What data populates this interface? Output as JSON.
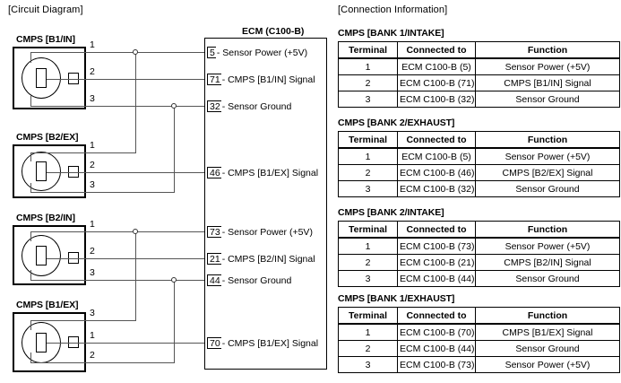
{
  "headings": {
    "circuit": "[Circuit Diagram]",
    "connection": "[Connection Information]"
  },
  "circuit": {
    "ecm": {
      "title": "ECM (C100-B)",
      "pins": [
        {
          "number": "5",
          "label": "- Sensor Power (+5V)"
        },
        {
          "number": "71",
          "label": "- CMPS [B1/IN] Signal"
        },
        {
          "number": "32",
          "label": "- Sensor Ground"
        },
        {
          "number": "46",
          "label": "- CMPS [B1/EX] Signal"
        },
        {
          "number": "73",
          "label": "- Sensor Power (+5V)"
        },
        {
          "number": "21",
          "label": "- CMPS [B2/IN] Signal"
        },
        {
          "number": "44",
          "label": "- Sensor Ground"
        },
        {
          "number": "70",
          "label": "- CMPS [B1/EX] Signal"
        }
      ]
    },
    "connectors": [
      {
        "label": "CMPS [B1/IN]",
        "pins": [
          "1",
          "2",
          "3"
        ]
      },
      {
        "label": "CMPS [B2/EX]",
        "pins": [
          "1",
          "2",
          "3"
        ]
      },
      {
        "label": "CMPS [B2/IN]",
        "pins": [
          "1",
          "2",
          "3"
        ]
      },
      {
        "label": "CMPS [B1/EX]",
        "pins": [
          "3",
          "1",
          "2"
        ]
      }
    ]
  },
  "tables": [
    {
      "title": "CMPS [BANK 1/INTAKE]",
      "columns": [
        "Terminal",
        "Connected to",
        "Function"
      ],
      "rows": [
        [
          "1",
          "ECM C100-B (5)",
          "Sensor Power (+5V)"
        ],
        [
          "2",
          "ECM C100-B (71)",
          "CMPS [B1/IN] Signal"
        ],
        [
          "3",
          "ECM C100-B (32)",
          "Sensor Ground"
        ]
      ]
    },
    {
      "title": "CMPS [BANK 2/EXHAUST]",
      "columns": [
        "Terminal",
        "Connected to",
        "Function"
      ],
      "rows": [
        [
          "1",
          "ECM C100-B (5)",
          "Sensor Power (+5V)"
        ],
        [
          "2",
          "ECM C100-B (46)",
          "CMPS [B2/EX] Signal"
        ],
        [
          "3",
          "ECM C100-B (32)",
          "Sensor Ground"
        ]
      ]
    },
    {
      "title": "CMPS [BANK 2/INTAKE]",
      "columns": [
        "Terminal",
        "Connected to",
        "Function"
      ],
      "rows": [
        [
          "1",
          "ECM C100-B (73)",
          "Sensor Power (+5V)"
        ],
        [
          "2",
          "ECM C100-B (21)",
          "CMPS [B2/IN] Signal"
        ],
        [
          "3",
          "ECM C100-B (44)",
          "Sensor Ground"
        ]
      ]
    },
    {
      "title": "CMPS [BANK 1/EXHAUST]",
      "columns": [
        "Terminal",
        "Connected to",
        "Function"
      ],
      "rows": [
        [
          "1",
          "ECM C100-B (70)",
          "CMPS [B1/EX] Signal"
        ],
        [
          "2",
          "ECM C100-B (44)",
          "Sensor Ground"
        ],
        [
          "3",
          "ECM C100-B (73)",
          "Sensor Power (+5V)"
        ]
      ]
    }
  ]
}
